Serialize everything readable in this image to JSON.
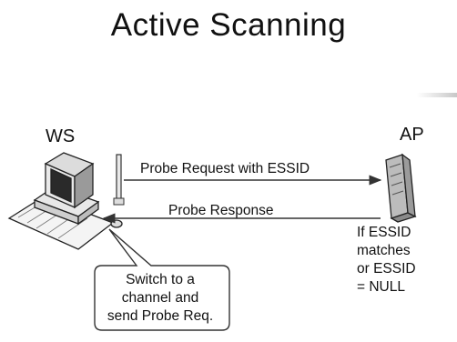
{
  "title": "Active Scanning",
  "nodes": {
    "ws": "WS",
    "ap": "AP"
  },
  "messages": {
    "request": "Probe Request with ESSID",
    "response": "Probe Response"
  },
  "ap_condition": [
    "If ESSID",
    "matches",
    "or ESSID",
    "= NULL"
  ],
  "callout": [
    "Switch to a",
    "channel and",
    "send Probe Req."
  ],
  "colors": {
    "text": "#111111",
    "lines": "#333333",
    "callout_fill": "#ffffff"
  }
}
